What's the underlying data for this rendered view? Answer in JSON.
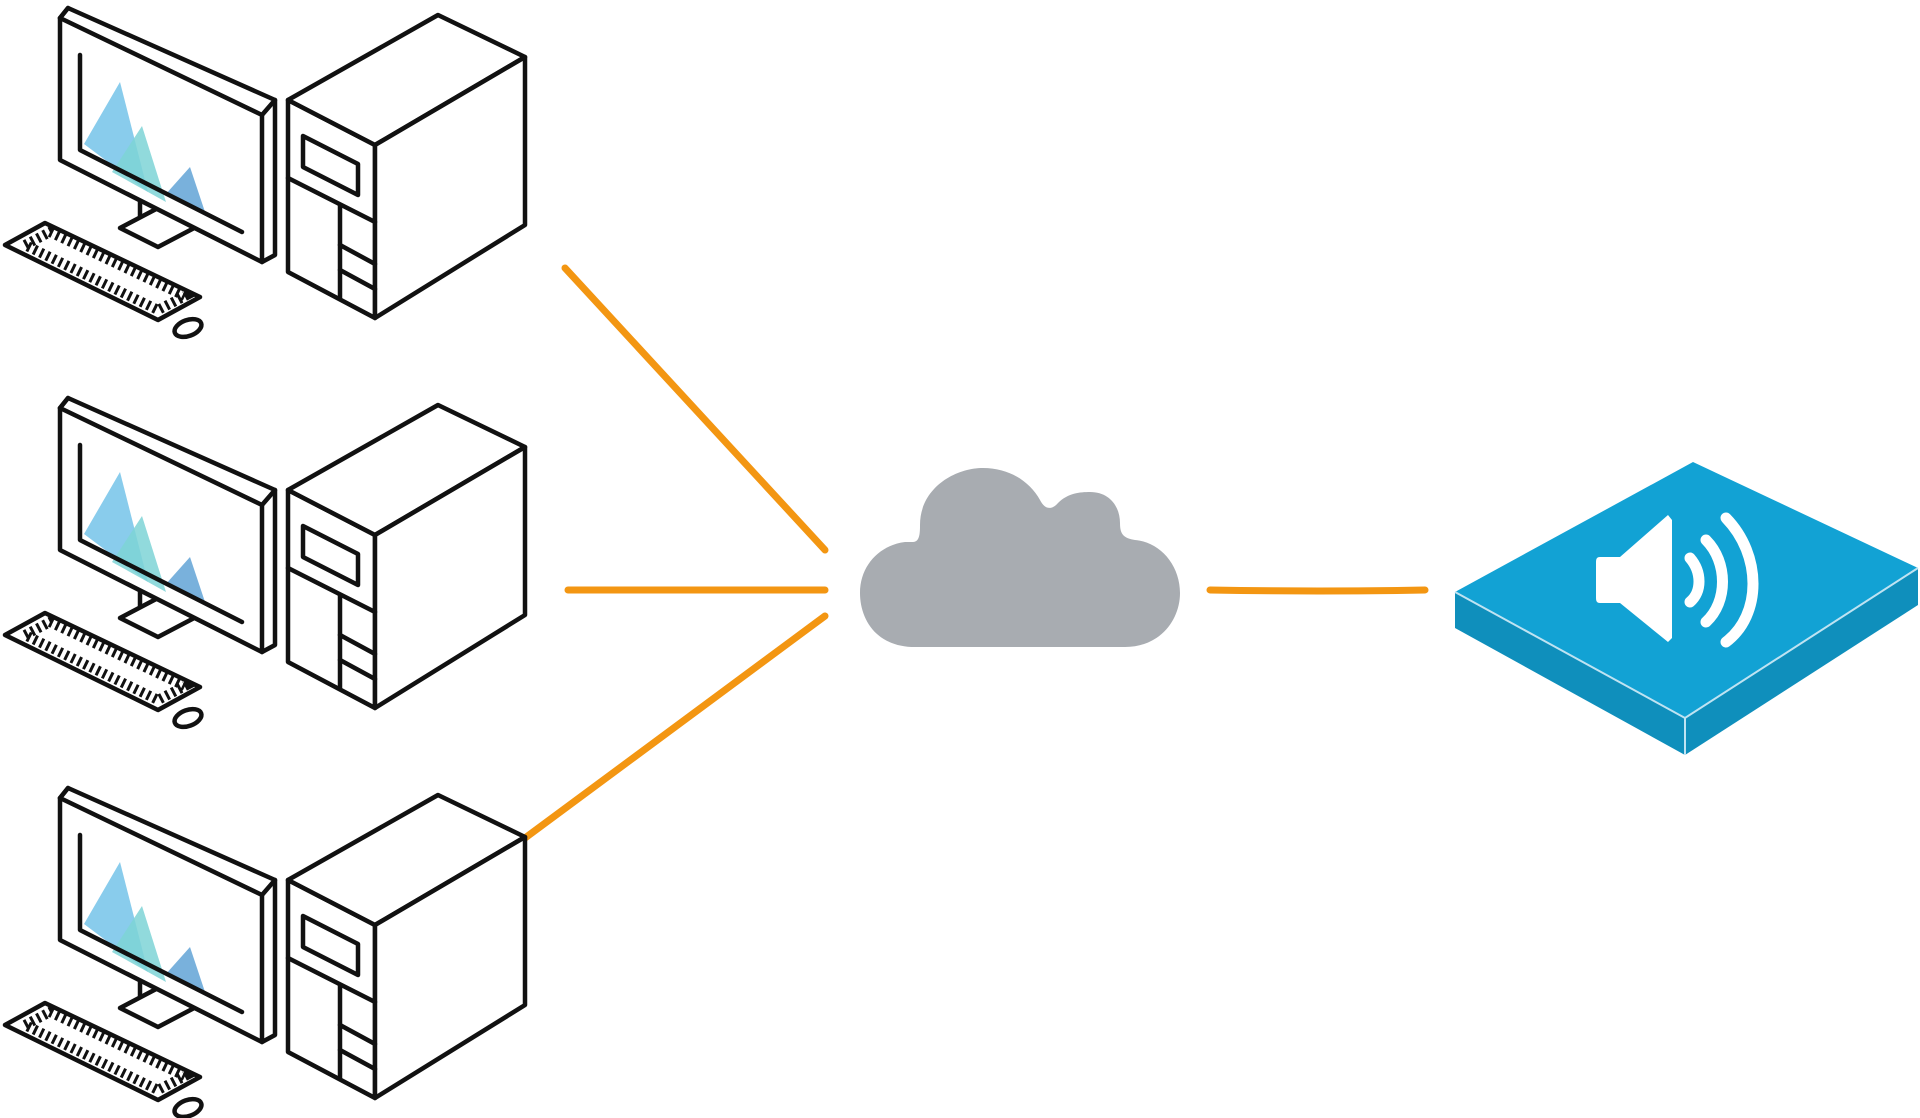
{
  "colors": {
    "background": "#ffffff",
    "outline": "#111111",
    "connection": "#F39612",
    "cloud": "#A8ACB1",
    "speaker_top": "#12A2D4",
    "speaker_side": "#0F8FBC",
    "speaker_edge": "#BFE3F2",
    "screen_peak_1": "#7CC6EA",
    "screen_peak_2": "#7ED4D6",
    "screen_peak_3": "#6AA8D8"
  },
  "nodes": [
    {
      "id": "workstation-1",
      "kind": "workstation",
      "icon": "desktop-computer-icon"
    },
    {
      "id": "workstation-2",
      "kind": "workstation",
      "icon": "desktop-computer-icon"
    },
    {
      "id": "workstation-3",
      "kind": "workstation",
      "icon": "desktop-computer-icon"
    },
    {
      "id": "network-cloud",
      "kind": "cloud",
      "icon": "cloud-icon"
    },
    {
      "id": "audio-endpoint",
      "kind": "speaker",
      "icon": "speaker-volume-icon"
    }
  ],
  "edges": [
    {
      "from": "workstation-1",
      "to": "network-cloud"
    },
    {
      "from": "workstation-2",
      "to": "network-cloud"
    },
    {
      "from": "workstation-3",
      "to": "network-cloud"
    },
    {
      "from": "network-cloud",
      "to": "audio-endpoint"
    }
  ]
}
